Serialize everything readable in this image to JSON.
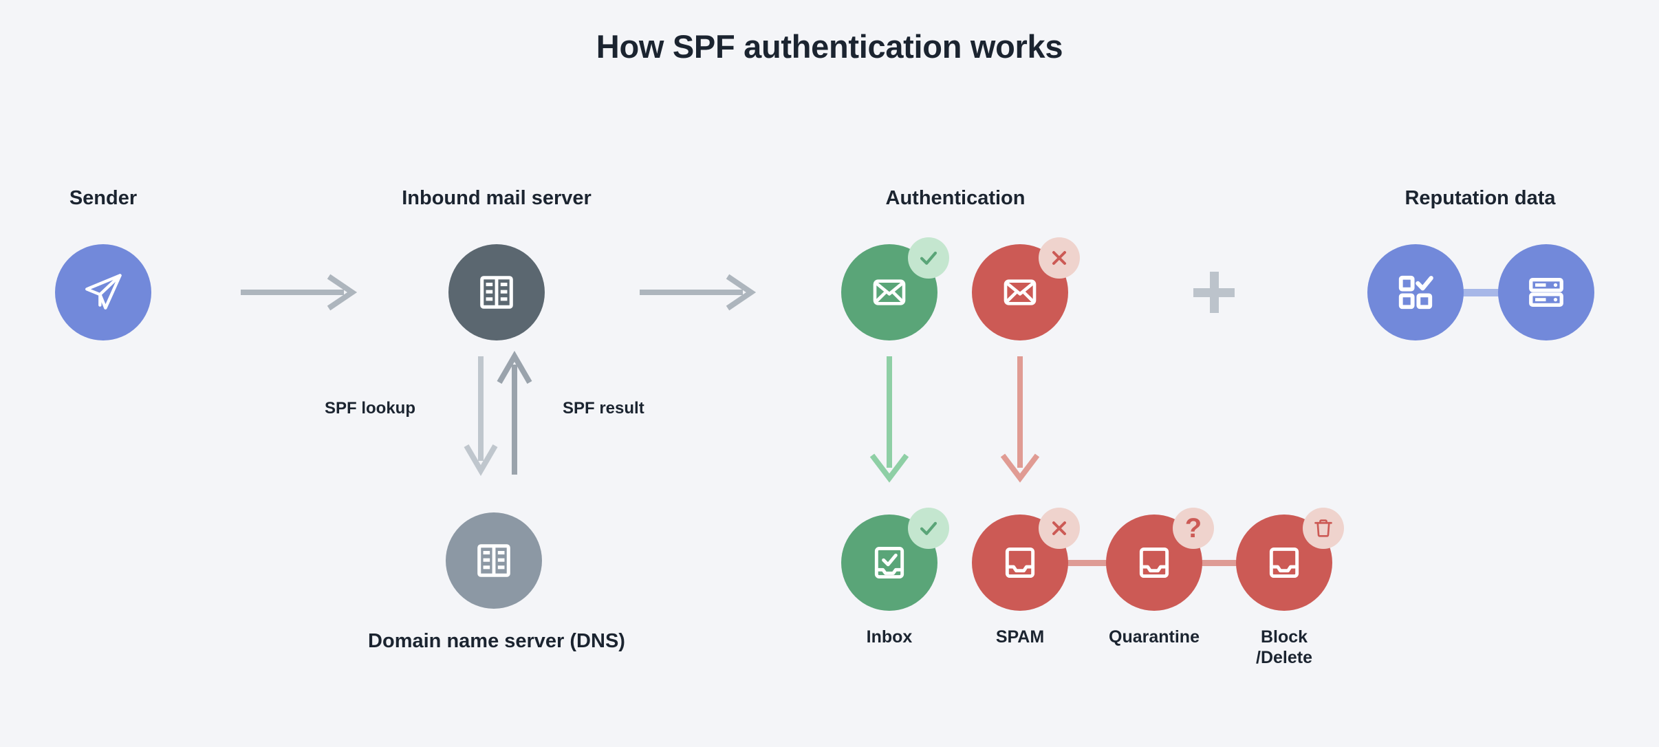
{
  "page": {
    "title": "How SPF authentication works",
    "background_color": "#F4F5F8",
    "text_color": "#1B2430"
  },
  "columns": [
    {
      "id": "sender",
      "heading": "Sender"
    },
    {
      "id": "inbound-mail-server",
      "heading": "Inbound mail server"
    },
    {
      "id": "authentication",
      "heading": "Authentication"
    },
    {
      "id": "reputation-data",
      "heading": "Reputation data"
    }
  ],
  "nodes": {
    "sender": {
      "icon": "paper-plane-icon",
      "color": "#7289DA"
    },
    "inbound_mail_server": {
      "icon": "server-rack-icon",
      "color": "#5B6770"
    },
    "dns": {
      "label": "Domain name server (DNS)",
      "icon": "server-rack-icon",
      "color": "#8C98A4"
    },
    "auth_pass": {
      "icon": "envelope-icon",
      "badge_icon": "check-badge-icon",
      "color": "#5AA578",
      "badge_color": "#C4E6CF",
      "badge_glyph_color": "#5AA578"
    },
    "auth_fail": {
      "icon": "envelope-icon",
      "badge_icon": "x-badge-icon",
      "color": "#CC5A55",
      "badge_color": "#EFD3CD",
      "badge_glyph_color": "#CC5A55"
    },
    "reputation_scorecard": {
      "icon": "grid-check-icon",
      "color": "#7289DA"
    },
    "reputation_server": {
      "icon": "database-rack-icon",
      "color": "#7289DA"
    }
  },
  "outcomes": [
    {
      "id": "inbox",
      "label": "Inbox",
      "icon": "inbox-check-icon",
      "badge_icon": "check-badge-icon",
      "color": "#5AA578",
      "badge_color": "#C4E6CF",
      "badge_glyph_color": "#5AA578"
    },
    {
      "id": "spam",
      "label": "SPAM",
      "icon": "inbox-tray-icon",
      "badge_icon": "x-badge-icon",
      "color": "#CC5A55",
      "badge_color": "#EFD3CD",
      "badge_glyph_color": "#CC5A55"
    },
    {
      "id": "quarantine",
      "label": "Quarantine",
      "icon": "inbox-tray-icon",
      "badge_icon": "question-badge-icon",
      "color": "#CC5A55",
      "badge_color": "#EFD3CD",
      "badge_glyph_color": "#CC5A55"
    },
    {
      "id": "block-delete",
      "label": "Block",
      "label_line2": "/Delete",
      "icon": "inbox-tray-icon",
      "badge_icon": "trash-badge-icon",
      "color": "#CC5A55",
      "badge_color": "#EFD3CD",
      "badge_glyph_color": "#CC5A55"
    }
  ],
  "edges": {
    "spf_lookup_label": "SPF lookup",
    "spf_result_label": "SPF result",
    "arrow_color": "#ADB5BD",
    "lookup_arrow_color": "#BFC6CD",
    "result_arrow_color": "#9AA3AC",
    "pass_arrow_color": "#8ECFA5",
    "fail_arrow_color": "#E09B93",
    "outcome_connector_color": "#DE9B95",
    "reputation_connector_color": "#A7B7E8"
  },
  "operators": {
    "plus": "+",
    "plus_color": "#BCC3CB"
  }
}
